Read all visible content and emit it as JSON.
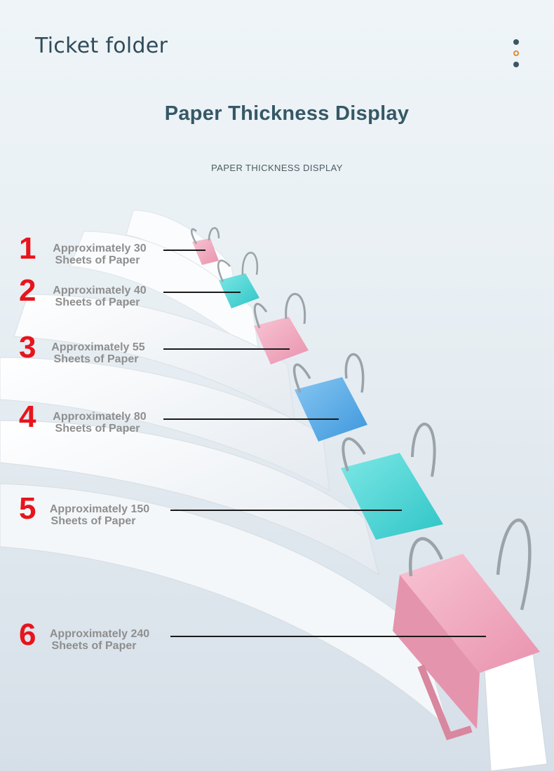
{
  "header": {
    "brand": "Ticket folder",
    "menu_icon": "vertical-dots-icon"
  },
  "title": "Paper Thickness Display",
  "subtitle": "PAPER THICKNESS DISPLAY",
  "colors": {
    "number_red": "#e8141c",
    "clip_pink": "#f2a9c0",
    "clip_teal": "#4fd6d6",
    "clip_blue": "#5aaee8",
    "accent_orange": "#e08a3c"
  },
  "labels": [
    {
      "number": "1",
      "line1": "Approximately 30",
      "line2": "Sheets of Paper"
    },
    {
      "number": "2",
      "line1": "Approximately 40",
      "line2": "Sheets of Paper"
    },
    {
      "number": "3",
      "line1": "Approximately 55",
      "line2": "Sheets of Paper"
    },
    {
      "number": "4",
      "line1": "Approximately 80",
      "line2": "Sheets of Paper"
    },
    {
      "number": "5",
      "line1": "Approximately 150",
      "line2": "Sheets of Paper"
    },
    {
      "number": "6",
      "line1": "Approximately 240",
      "line2": "Sheets of Paper"
    }
  ]
}
